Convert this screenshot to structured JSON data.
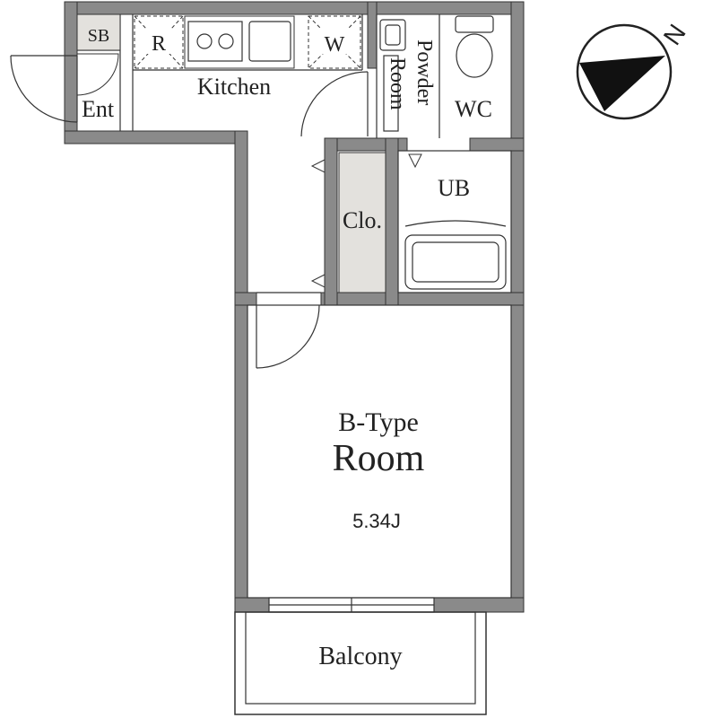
{
  "plan": {
    "room_type": "B-Type",
    "room_name": "Room",
    "room_size": "5.34J"
  },
  "labels": {
    "shoe_box": "SB",
    "entrance": "Ent",
    "refrigerator": "R",
    "washer": "W",
    "kitchen": "Kitchen",
    "powder_room_line1": "Powder",
    "powder_room_line2": "Room",
    "wc": "WC",
    "unit_bath": "UB",
    "closet": "Clo.",
    "balcony": "Balcony"
  },
  "compass": {
    "north_label": "N"
  },
  "colors": {
    "wall": "#8a8a8a",
    "line": "#333333",
    "closet_fill": "#e3e1dd",
    "shoe_box_fill": "#e3e1dd"
  }
}
